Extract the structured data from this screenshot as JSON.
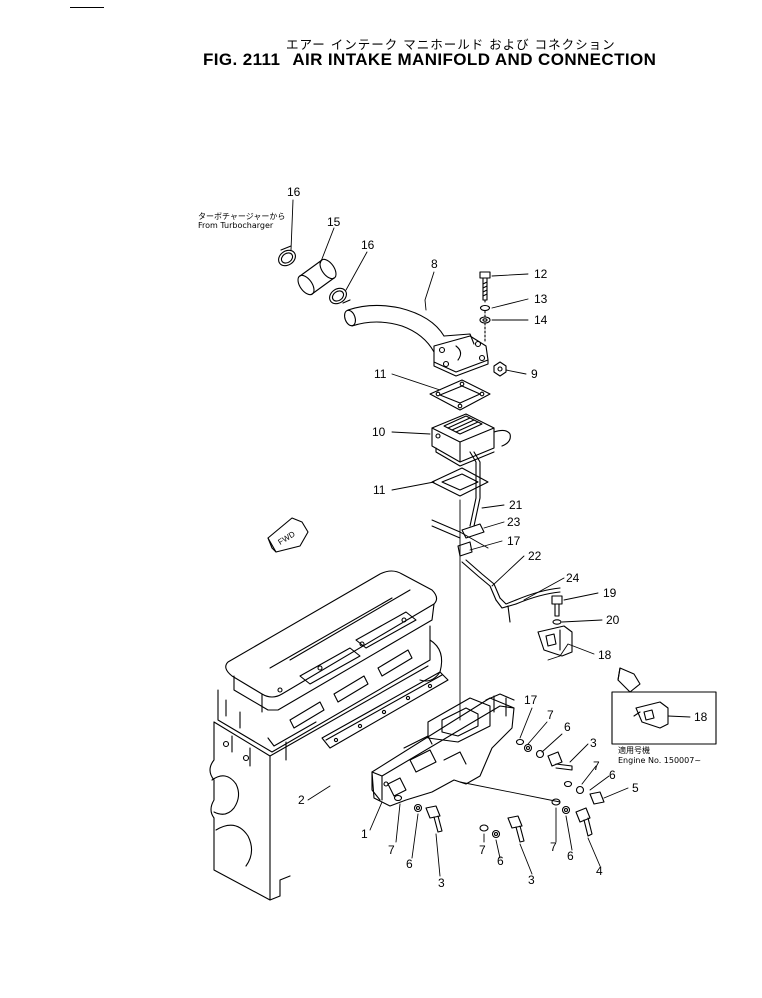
{
  "header": {
    "title_jp": "エアー インテーク マニホールド および コネクション",
    "fig_label": "FIG. 2111",
    "title_en": "AIR INTAKE MANIFOLD AND CONNECTION"
  },
  "notes": {
    "from_turbo_jp": "ターボチャージャーから",
    "from_turbo_en": "From Turbocharger",
    "fwd": "FWD",
    "serial_jp": "適用号機",
    "serial_en": "Engine No. 150007~"
  },
  "callouts": {
    "c16a": "16",
    "c15": "15",
    "c16b": "16",
    "c8": "8",
    "c12": "12",
    "c13": "13",
    "c14": "14",
    "c9": "9",
    "c11a": "11",
    "c10": "10",
    "c11b": "11",
    "c21": "21",
    "c23": "23",
    "c17a": "17",
    "c22": "22",
    "c24": "24",
    "c19": "19",
    "c20": "20",
    "c18a": "18",
    "c18b": "18",
    "c17b": "17",
    "c7a": "7",
    "c6a": "6",
    "c3a": "3",
    "c7b": "7",
    "c6b": "6",
    "c5": "5",
    "c2": "2",
    "c1": "1",
    "c7c": "7",
    "c6c": "6",
    "c3b": "3",
    "c7d": "7",
    "c6d": "6",
    "c3c": "3",
    "c7e": "7",
    "c6e": "6",
    "c4": "4"
  }
}
